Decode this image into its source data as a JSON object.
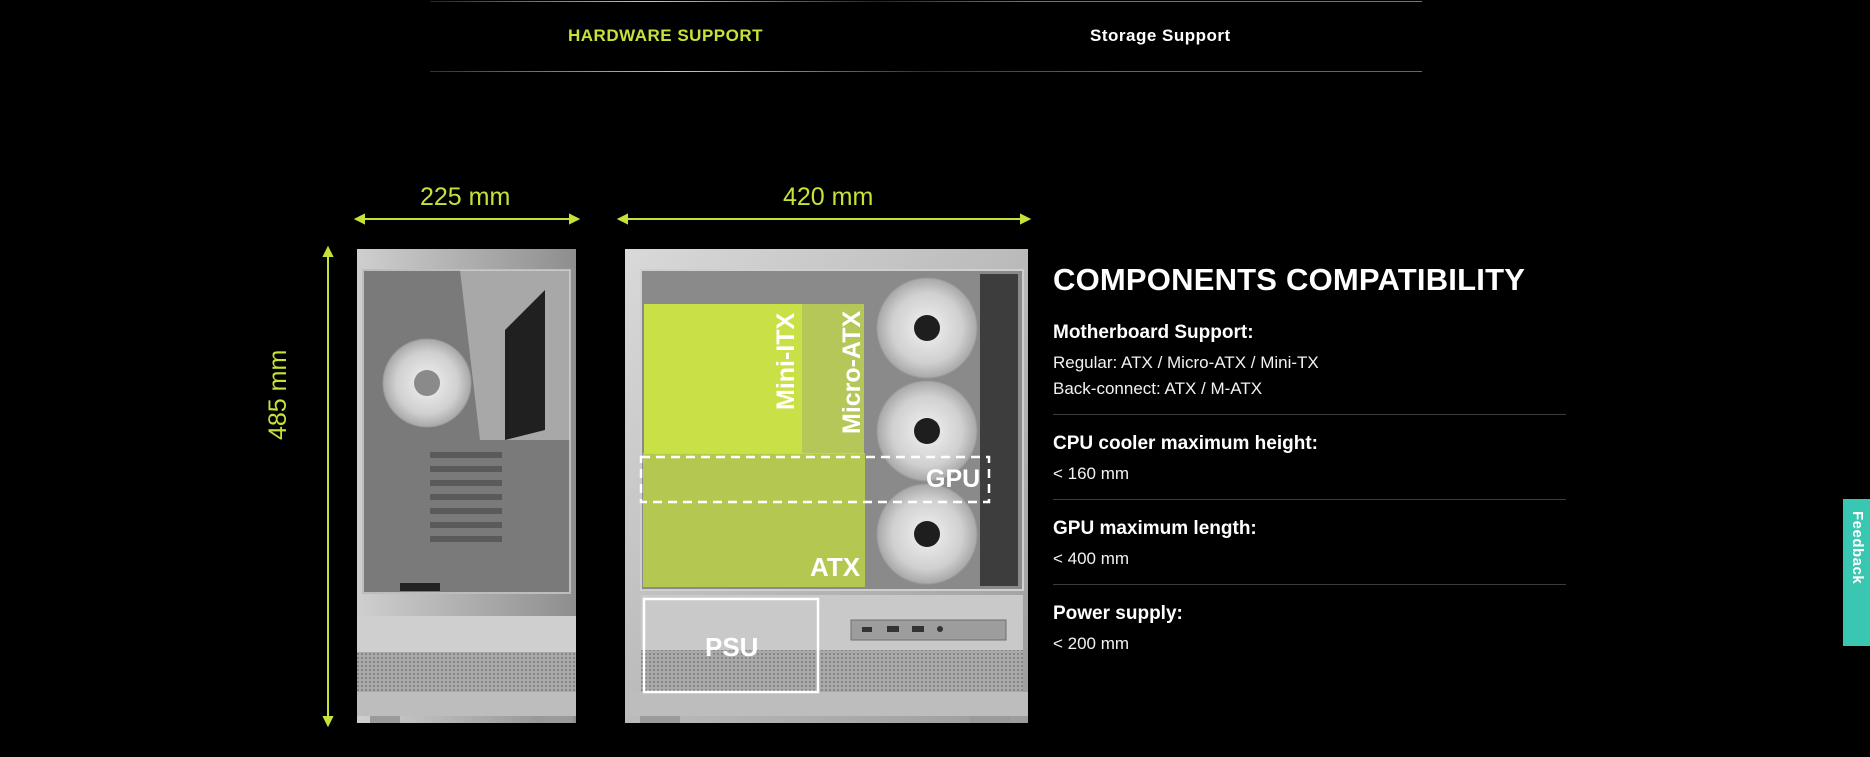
{
  "tabs": [
    {
      "label": "HARDWARE SUPPORT",
      "active": true
    },
    {
      "label": "Storage Support",
      "active": false
    }
  ],
  "dimensions": {
    "width": "225 mm",
    "depth": "420 mm",
    "height": "485 mm"
  },
  "case_labels": {
    "mini_itx": "Mini-ITX",
    "micro_atx": "Micro-ATX",
    "gpu": "GPU",
    "atx": "ATX",
    "psu": "PSU"
  },
  "compatibility": {
    "title": "COMPONENTS COMPATIBILITY",
    "specs": [
      {
        "label": "Motherboard Support:",
        "lines": [
          "Regular: ATX / Micro-ATX / Mini-TX",
          "Back-connect: ATX / M-ATX"
        ]
      },
      {
        "label": "CPU cooler maximum height:",
        "lines": [
          "< 160 mm"
        ]
      },
      {
        "label": "GPU maximum length:",
        "lines": [
          "< 400 mm"
        ]
      },
      {
        "label": "Power supply:",
        "lines": [
          "< 200 mm"
        ]
      }
    ]
  },
  "feedback": {
    "label": "Feedback"
  },
  "colors": {
    "accent": "#c6e23a",
    "feedback": "#39c7b2",
    "background": "#000000"
  }
}
